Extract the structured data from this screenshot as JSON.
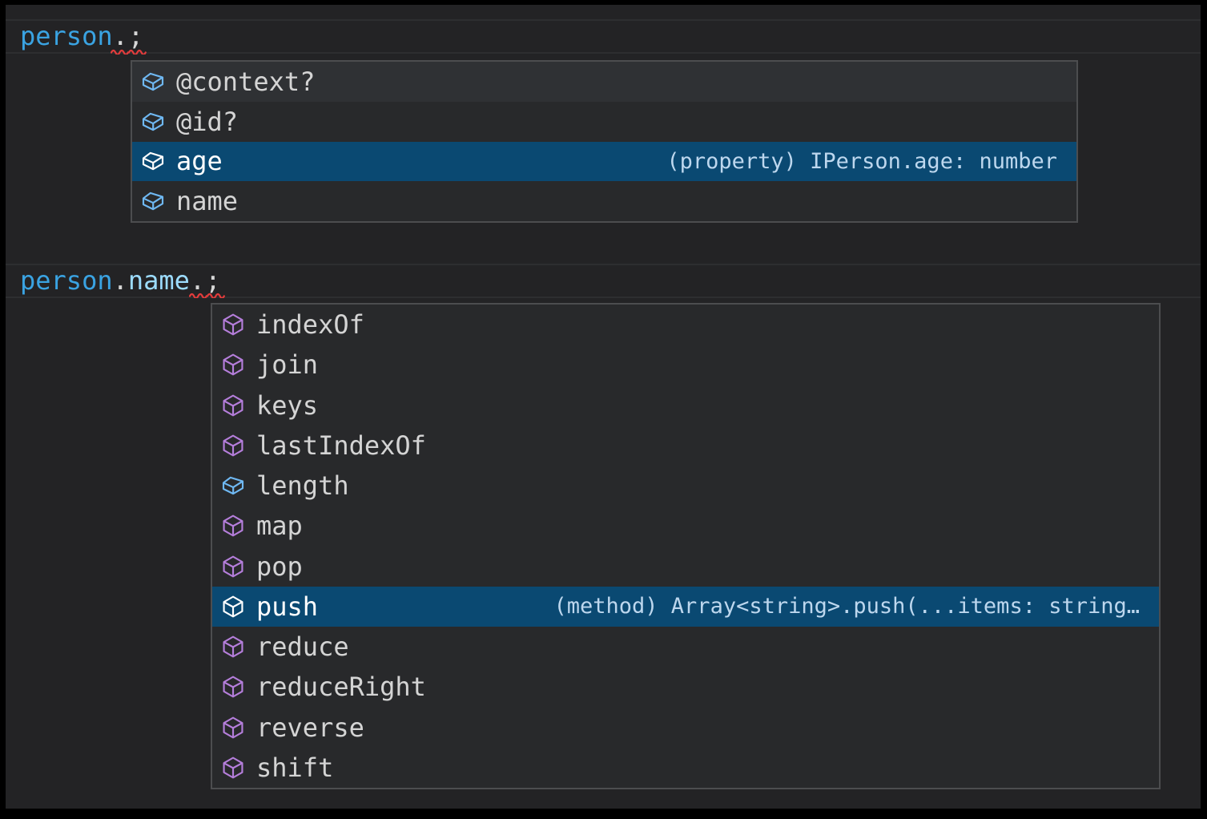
{
  "editor": {
    "line1": {
      "tokens": {
        "t0": "person",
        "t1": ".",
        "t2": ";"
      }
    },
    "line2": {
      "tokens": {
        "t0": "person",
        "t1": ".",
        "t2": "name",
        "t3": ".",
        "t4": ";"
      }
    }
  },
  "suggest1": {
    "items": [
      {
        "label": "@context?",
        "kind": "field",
        "state": "hovered"
      },
      {
        "label": "@id?",
        "kind": "field",
        "state": "normal"
      },
      {
        "label": "age",
        "kind": "field",
        "state": "selected",
        "detail": "(property) IPerson.age: number"
      },
      {
        "label": "name",
        "kind": "field",
        "state": "normal"
      }
    ]
  },
  "suggest2": {
    "items": [
      {
        "label": "indexOf",
        "kind": "method",
        "state": "normal"
      },
      {
        "label": "join",
        "kind": "method",
        "state": "normal"
      },
      {
        "label": "keys",
        "kind": "method",
        "state": "normal"
      },
      {
        "label": "lastIndexOf",
        "kind": "method",
        "state": "normal"
      },
      {
        "label": "length",
        "kind": "field",
        "state": "normal"
      },
      {
        "label": "map",
        "kind": "method",
        "state": "normal"
      },
      {
        "label": "pop",
        "kind": "method",
        "state": "normal"
      },
      {
        "label": "push",
        "kind": "method",
        "state": "selected",
        "detail": "(method) Array<string>.push(...items: string…"
      },
      {
        "label": "reduce",
        "kind": "method",
        "state": "normal"
      },
      {
        "label": "reduceRight",
        "kind": "method",
        "state": "normal"
      },
      {
        "label": "reverse",
        "kind": "method",
        "state": "normal"
      },
      {
        "label": "shift",
        "kind": "method",
        "state": "normal"
      }
    ]
  },
  "colors": {
    "selection_bg": "#0a4972",
    "field_icon": "#6fb8f2",
    "method_icon": "#b57edb",
    "squiggle": "#e23c3c",
    "variable_token": "#3aa3e2",
    "property_token": "#9cdcfe"
  }
}
